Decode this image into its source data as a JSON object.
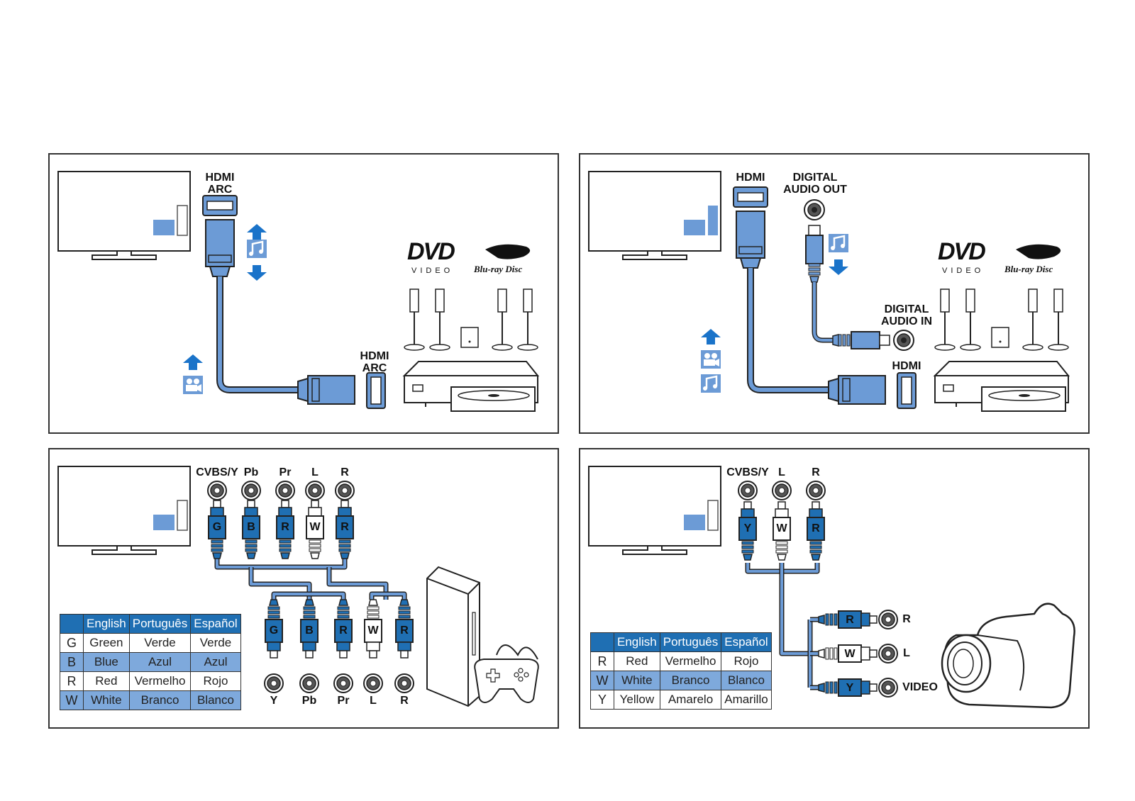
{
  "panel1": {
    "tv_port_label": "HDMI\nARC",
    "device_port_label": "HDMI\nARC",
    "dvd_logo": "DVD",
    "dvd_logo_sub": "VIDEO",
    "bluray_logo": "Blu-ray Disc"
  },
  "panel2": {
    "tv_hdmi_label": "HDMI",
    "tv_digital_label": "DIGITAL\nAUDIO OUT",
    "device_digital_label": "DIGITAL\nAUDIO IN",
    "device_hdmi_label": "HDMI",
    "dvd_logo": "DVD",
    "dvd_logo_sub": "VIDEO",
    "bluray_logo": "Blu-ray Disc"
  },
  "panel3": {
    "tv_ports": [
      "CVBS/Y",
      "Pb",
      "Pr",
      "L",
      "R"
    ],
    "top_plugs": [
      "G",
      "B",
      "R",
      "W",
      "R"
    ],
    "bottom_plugs": [
      "G",
      "B",
      "R",
      "W",
      "R"
    ],
    "device_ports": [
      "Y",
      "Pb",
      "Pr",
      "L",
      "R"
    ],
    "legend": {
      "headers": [
        "English",
        "Português",
        "Español"
      ],
      "rows": [
        {
          "code": "G",
          "en": "Green",
          "pt": "Verde",
          "es": "Verde"
        },
        {
          "code": "B",
          "en": "Blue",
          "pt": "Azul",
          "es": "Azul"
        },
        {
          "code": "R",
          "en": "Red",
          "pt": "Vermelho",
          "es": "Rojo"
        },
        {
          "code": "W",
          "en": "White",
          "pt": "Branco",
          "es": "Blanco"
        }
      ]
    }
  },
  "panel4": {
    "tv_ports": [
      "CVBS/Y",
      "L",
      "R"
    ],
    "top_plugs": [
      "Y",
      "W",
      "R"
    ],
    "side_plugs": [
      "R",
      "W",
      "Y"
    ],
    "device_ports": [
      "R",
      "L",
      "VIDEO"
    ],
    "legend": {
      "headers": [
        "English",
        "Português",
        "Español"
      ],
      "rows": [
        {
          "code": "R",
          "en": "Red",
          "pt": "Vermelho",
          "es": "Rojo"
        },
        {
          "code": "W",
          "en": "White",
          "pt": "Branco",
          "es": "Blanco"
        },
        {
          "code": "Y",
          "en": "Yellow",
          "pt": "Amarelo",
          "es": "Amarillo"
        }
      ]
    }
  },
  "colors": {
    "cable_blue": "#6c9bd6",
    "dark_blue": "#1f6fb3",
    "arrow_blue": "#1a73c9",
    "outline": "#222222"
  },
  "icons": [
    "tv-icon",
    "hdmi-connector-icon",
    "arrow-up-icon",
    "arrow-down-icon",
    "music-note-icon",
    "video-camera-icon",
    "speaker-icon",
    "subwoofer-icon",
    "disc-player-icon",
    "game-console-icon",
    "gamepad-icon",
    "camcorder-icon",
    "rca-jack-icon",
    "rca-plug-icon",
    "optical-plug-icon",
    "optical-jack-icon"
  ]
}
